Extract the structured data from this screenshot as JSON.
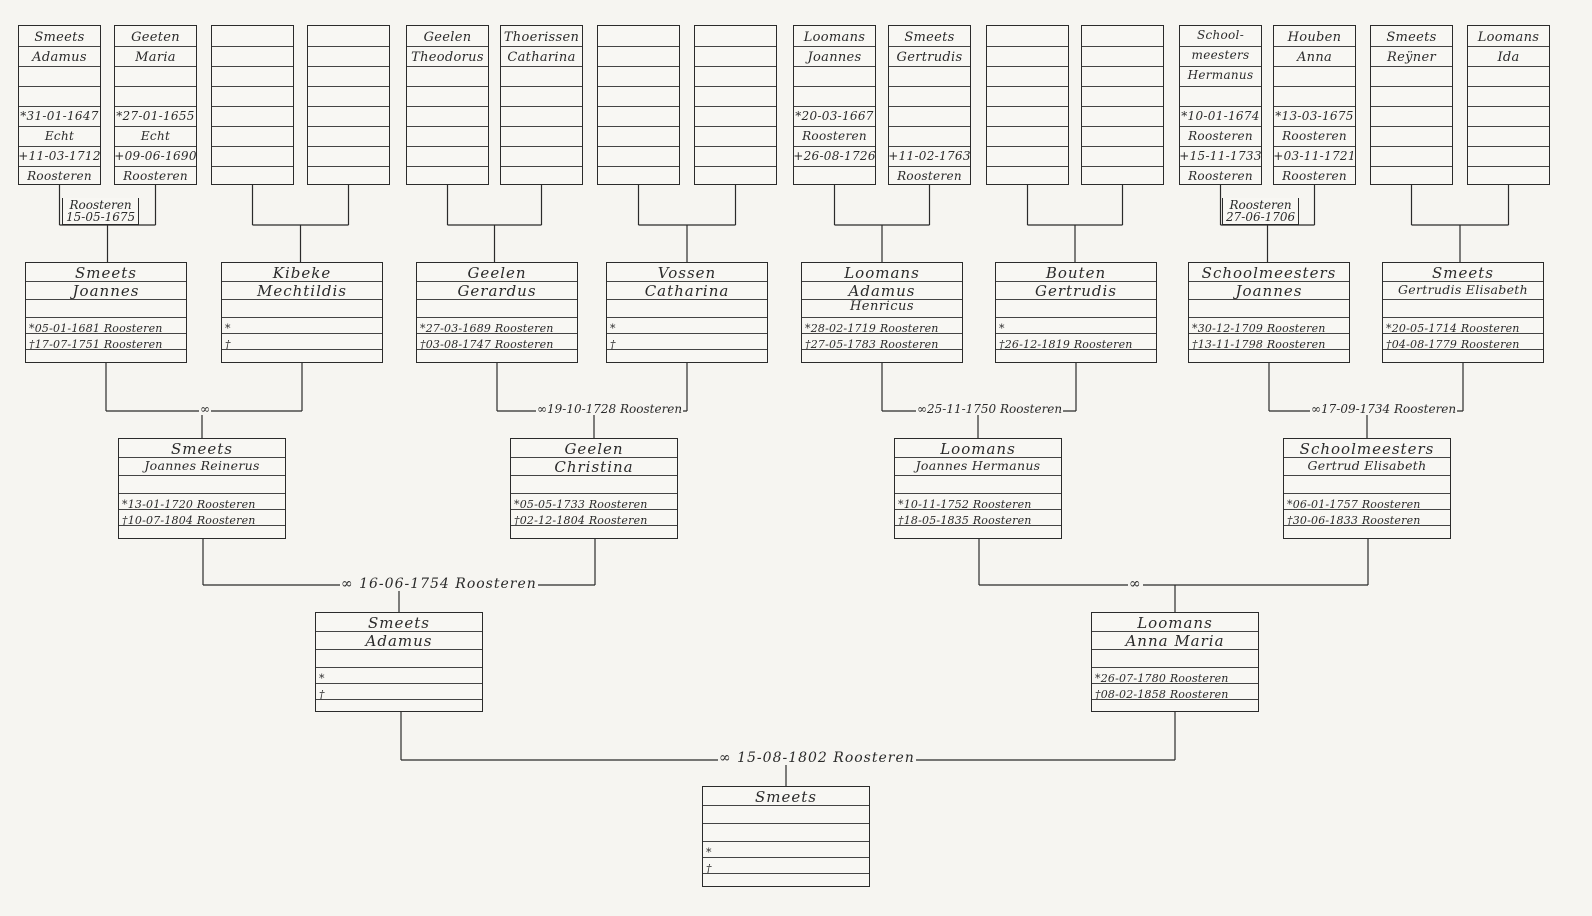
{
  "tree": {
    "top": [
      {
        "id": "t1",
        "lines": [
          "Smeets",
          "Adamus"
        ],
        "dates": [
          {
            "slot": 5,
            "text": "*31-01-1647"
          },
          {
            "slot": 6,
            "text": "Echt"
          },
          {
            "slot": 7,
            "text": "+11-03-1712"
          },
          {
            "slot": 8,
            "text": "Roosteren"
          }
        ]
      },
      {
        "id": "t2",
        "lines": [
          "Geeten",
          "Maria"
        ],
        "dates": [
          {
            "slot": 5,
            "text": "*27-01-1655"
          },
          {
            "slot": 6,
            "text": "Echt"
          },
          {
            "slot": 7,
            "text": "+09-06-1690"
          },
          {
            "slot": 8,
            "text": "Roosteren"
          }
        ]
      },
      {
        "id": "t3",
        "lines": [],
        "dates": []
      },
      {
        "id": "t4",
        "lines": [],
        "dates": []
      },
      {
        "id": "t5",
        "lines": [
          "Geelen",
          "Theodorus"
        ],
        "dates": []
      },
      {
        "id": "t6",
        "lines": [
          "Thoerissen",
          "Catharina"
        ],
        "dates": []
      },
      {
        "id": "t7",
        "lines": [],
        "dates": []
      },
      {
        "id": "t8",
        "lines": [],
        "dates": []
      },
      {
        "id": "t9",
        "lines": [
          "Loomans",
          "Joannes"
        ],
        "dates": [
          {
            "slot": 5,
            "text": "*20-03-1667"
          },
          {
            "slot": 6,
            "text": "Roosteren"
          },
          {
            "slot": 7,
            "text": "+26-08-1726"
          }
        ]
      },
      {
        "id": "t10",
        "lines": [
          "Smeets",
          "Gertrudis"
        ],
        "dates": [
          {
            "slot": 7,
            "text": "+11-02-1763"
          },
          {
            "slot": 8,
            "text": "Roosteren"
          }
        ]
      },
      {
        "id": "t11",
        "lines": [],
        "dates": []
      },
      {
        "id": "t12",
        "lines": [],
        "dates": []
      },
      {
        "id": "t13",
        "lines": [
          "School-",
          "meesters",
          "Hermanus"
        ],
        "dates": [
          {
            "slot": 5,
            "text": "*10-01-1674"
          },
          {
            "slot": 6,
            "text": "Roosteren"
          },
          {
            "slot": 7,
            "text": "+15-11-1733"
          },
          {
            "slot": 8,
            "text": "Roosteren"
          }
        ]
      },
      {
        "id": "t14",
        "lines": [
          "Houben",
          "Anna"
        ],
        "dates": [
          {
            "slot": 5,
            "text": "*13-03-1675"
          },
          {
            "slot": 6,
            "text": "Roosteren"
          },
          {
            "slot": 7,
            "text": "+03-11-1721"
          },
          {
            "slot": 8,
            "text": "Roosteren"
          }
        ]
      },
      {
        "id": "t15",
        "lines": [
          "Smeets",
          "Reÿner"
        ],
        "dates": []
      },
      {
        "id": "t16",
        "lines": [
          "Loomans",
          "Ida"
        ],
        "dates": []
      }
    ],
    "g3": [
      {
        "id": "g3a",
        "lines": [
          "Smeets",
          "Joannes"
        ],
        "birth": "*05-01-1681 Roosteren",
        "death": "†17-07-1751 Roosteren"
      },
      {
        "id": "g3b",
        "lines": [
          "Kibeke",
          "Mechtildis"
        ],
        "birth": "*",
        "death": "†"
      },
      {
        "id": "g3c",
        "lines": [
          "Geelen",
          "Gerardus"
        ],
        "birth": "*27-03-1689 Roosteren",
        "death": "†03-08-1747 Roosteren"
      },
      {
        "id": "g3d",
        "lines": [
          "Vossen",
          "Catharina"
        ],
        "birth": "*",
        "death": "†"
      },
      {
        "id": "g3e",
        "lines": [
          "Loomans",
          "Adamus",
          "Henricus"
        ],
        "birth": "*28-02-1719 Roosteren",
        "death": "†27-05-1783 Roosteren"
      },
      {
        "id": "g3f",
        "lines": [
          "Bouten",
          "Gertrudis"
        ],
        "birth": "*",
        "death": "†26-12-1819 Roosteren"
      },
      {
        "id": "g3g",
        "lines": [
          "Schoolmeesters",
          "Joannes"
        ],
        "birth": "*30-12-1709 Roosteren",
        "death": "†13-11-1798 Roosteren"
      },
      {
        "id": "g3h",
        "lines": [
          "Smeets",
          "Gertrudis Elisabeth"
        ],
        "birth": "*20-05-1714 Roosteren",
        "death": "†04-08-1779 Roosteren"
      }
    ],
    "g2": [
      {
        "id": "g2a",
        "lines": [
          "Smeets",
          "Joannes Reinerus"
        ],
        "birth": "*13-01-1720 Roosteren",
        "death": "†10-07-1804 Roosteren"
      },
      {
        "id": "g2b",
        "lines": [
          "Geelen",
          "Christina"
        ],
        "birth": "*05-05-1733 Roosteren",
        "death": "†02-12-1804 Roosteren"
      },
      {
        "id": "g2c",
        "lines": [
          "Loomans",
          "Joannes Hermanus"
        ],
        "birth": "*10-11-1752 Roosteren",
        "death": "†18-05-1835 Roosteren"
      },
      {
        "id": "g2d",
        "lines": [
          "Schoolmeesters",
          "Gertrud Elisabeth"
        ],
        "birth": "*06-01-1757 Roosteren",
        "death": "†30-06-1833 Roosteren"
      }
    ],
    "g1": [
      {
        "id": "g1a",
        "lines": [
          "Smeets",
          "Adamus"
        ],
        "birth": "*",
        "death": "†"
      },
      {
        "id": "g1b",
        "lines": [
          "Loomans",
          "Anna Maria"
        ],
        "birth": "*26-07-1780 Roosteren",
        "death": "†08-02-1858 Roosteren"
      }
    ],
    "root": {
      "id": "root",
      "lines": [
        "Smeets"
      ],
      "birth": "*",
      "death": "†"
    },
    "marriages": {
      "m_t12": {
        "lines": [
          "Roosteren",
          "15-05-1675"
        ]
      },
      "m_t78": {
        "lines": [
          "Roosteren",
          "27-06-1706"
        ]
      },
      "m_g3ab": {
        "lines": [
          "∞"
        ]
      },
      "m_g3cd": {
        "lines": [
          "∞19-10-1728 Roosteren"
        ]
      },
      "m_g3ef": {
        "lines": [
          "∞25-11-1750 Roosteren"
        ]
      },
      "m_g3gh": {
        "lines": [
          "∞17-09-1734 Roosteren"
        ]
      },
      "m_g2ab": {
        "lines": [
          "∞ 16-06-1754 Roosteren"
        ]
      },
      "m_g2cd": {
        "lines": [
          "∞"
        ]
      },
      "m_g1": {
        "lines": [
          "∞ 15-08-1802 Roosteren"
        ]
      }
    }
  }
}
